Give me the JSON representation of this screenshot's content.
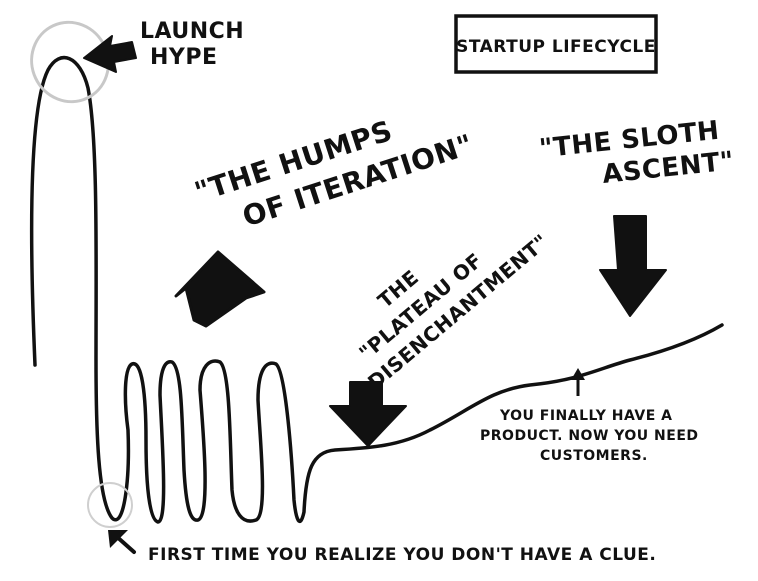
{
  "title": "STARTUP LIFECYCLE",
  "labels": {
    "launch_hype": [
      "LAUNCH",
      "HYPE"
    ],
    "humps": [
      "\"THE HUMPS",
      "OF ITERATION\""
    ],
    "plateau": [
      "THE",
      "\"PLATEAU OF",
      "DISENCHANTMENT\""
    ],
    "sloth": [
      "\"THE SLOTH",
      "ASCENT\""
    ],
    "product": [
      "YOU FINALLY HAVE A",
      "PRODUCT. NOW YOU NEED",
      "CUSTOMERS."
    ],
    "clue": "FIRST TIME YOU REALIZE YOU DON'T HAVE A CLUE."
  },
  "colors": {
    "ink": "#111111",
    "highlight": "#c8c8c8",
    "paper": "#ffffff"
  },
  "icons": {
    "launch_arrow": "arrow-icon",
    "humps_arrow": "arrow-icon",
    "plateau_arrow": "arrow-icon",
    "sloth_arrow": "arrow-icon",
    "product_arrow": "arrow-icon",
    "clue_arrow": "arrow-icon"
  }
}
